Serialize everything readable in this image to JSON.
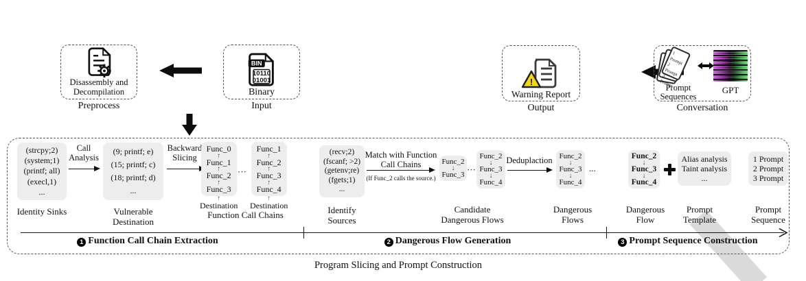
{
  "top_row": {
    "preprocess": {
      "title_line1": "Disassembly and",
      "title_line2": "Decompilation",
      "caption": "Preprocess"
    },
    "binary": {
      "icon_banner": "BIN",
      "icon_binary_line1": "10110",
      "icon_binary_line2": "01001",
      "title": "Binary",
      "caption": "Input"
    },
    "warning": {
      "warning_mark": "!",
      "title": "Warning Report",
      "caption": "Output"
    },
    "conversation": {
      "card_lines": [
        "1 Prompt",
        "2 Prompt",
        "3 Prompt"
      ],
      "cards_title_line1": "Prompt",
      "cards_title_line2": "Sequences",
      "gpt_title": "GPT",
      "caption": "Conversation"
    }
  },
  "pipeline": {
    "section1": {
      "sinks_lines": [
        "(strcpy;2)",
        "(system;1)",
        "(printf; all)",
        "(execl,1)",
        "..."
      ],
      "sinks_label": "Identity Sinks",
      "call_analysis_line1": "Call",
      "call_analysis_line2": "Analysis",
      "vulnerable_lines": [
        "(9;  printf; e)",
        "(15; printf; c)",
        "(18; printf; d)",
        "..."
      ],
      "vulnerable_label_line1": "Vulnerable",
      "vulnerable_label_line2": "Destination",
      "backward_line1": "Backward",
      "backward_line2": "Slicing",
      "chain1_items": [
        "Func_0",
        "Func_1",
        "Func_2",
        "Func_3"
      ],
      "chain1_dest": "Destination",
      "chains_dots": "···",
      "chain2_items": [
        "Func_1",
        "Func_2",
        "Func_3",
        "Func_4"
      ],
      "chain2_dest": "Destination",
      "chains_label": "Function Call Chains"
    },
    "section2": {
      "sources_lines": [
        "(recv;2)",
        "(fscanf; >2)",
        "(getenv;re)",
        "(fgets;1)",
        "..."
      ],
      "sources_label_line1": "Identify",
      "sources_label_line2": "Sources",
      "match_line1": "Match with Function",
      "match_line2": "Call Chains",
      "match_note": "(If Func_2 calls the source.)",
      "candidate1_items": [
        "Func_2",
        "Func_3"
      ],
      "candidate_dots": "···",
      "candidate2_items": [
        "Func_2",
        "Func_3",
        "Func_4"
      ],
      "candidate_label_line1": "Candidate",
      "candidate_label_line2": "Dangerous Flows",
      "dedup_label": "Deduplaction",
      "dangerous_items": [
        "Func_2",
        "Func_3",
        "Func_4"
      ],
      "dangerous_dots": "...",
      "dangerous_label_line1": "Dangerous",
      "dangerous_label_line2": "Flows"
    },
    "section3": {
      "flow_items": [
        "Func_2",
        "Func_3",
        "Func_4"
      ],
      "flow_label_line1": "Dangerous",
      "flow_label_line2": "Flow",
      "template_lines": [
        "Alias analysis",
        "Taint analysis",
        "..."
      ],
      "template_label_line1": "Prompt",
      "template_label_line2": "Template",
      "sequence_lines": [
        "1 Prompt",
        "2 Prompt",
        "3 Prompt"
      ],
      "sequence_label_line1": "Prompt",
      "sequence_label_line2": "Sequence"
    }
  },
  "axis": {
    "sections": [
      {
        "num": "1",
        "label": "Function Call Chain Extraction"
      },
      {
        "num": "2",
        "label": "Dangerous Flow Generation"
      },
      {
        "num": "3",
        "label": "Prompt Sequence Construction"
      }
    ]
  },
  "caption": "Program Slicing and Prompt Construction",
  "colors": {
    "box_fill": "#ededed",
    "warning_yellow": "#f6d417",
    "ink": "#111111"
  }
}
